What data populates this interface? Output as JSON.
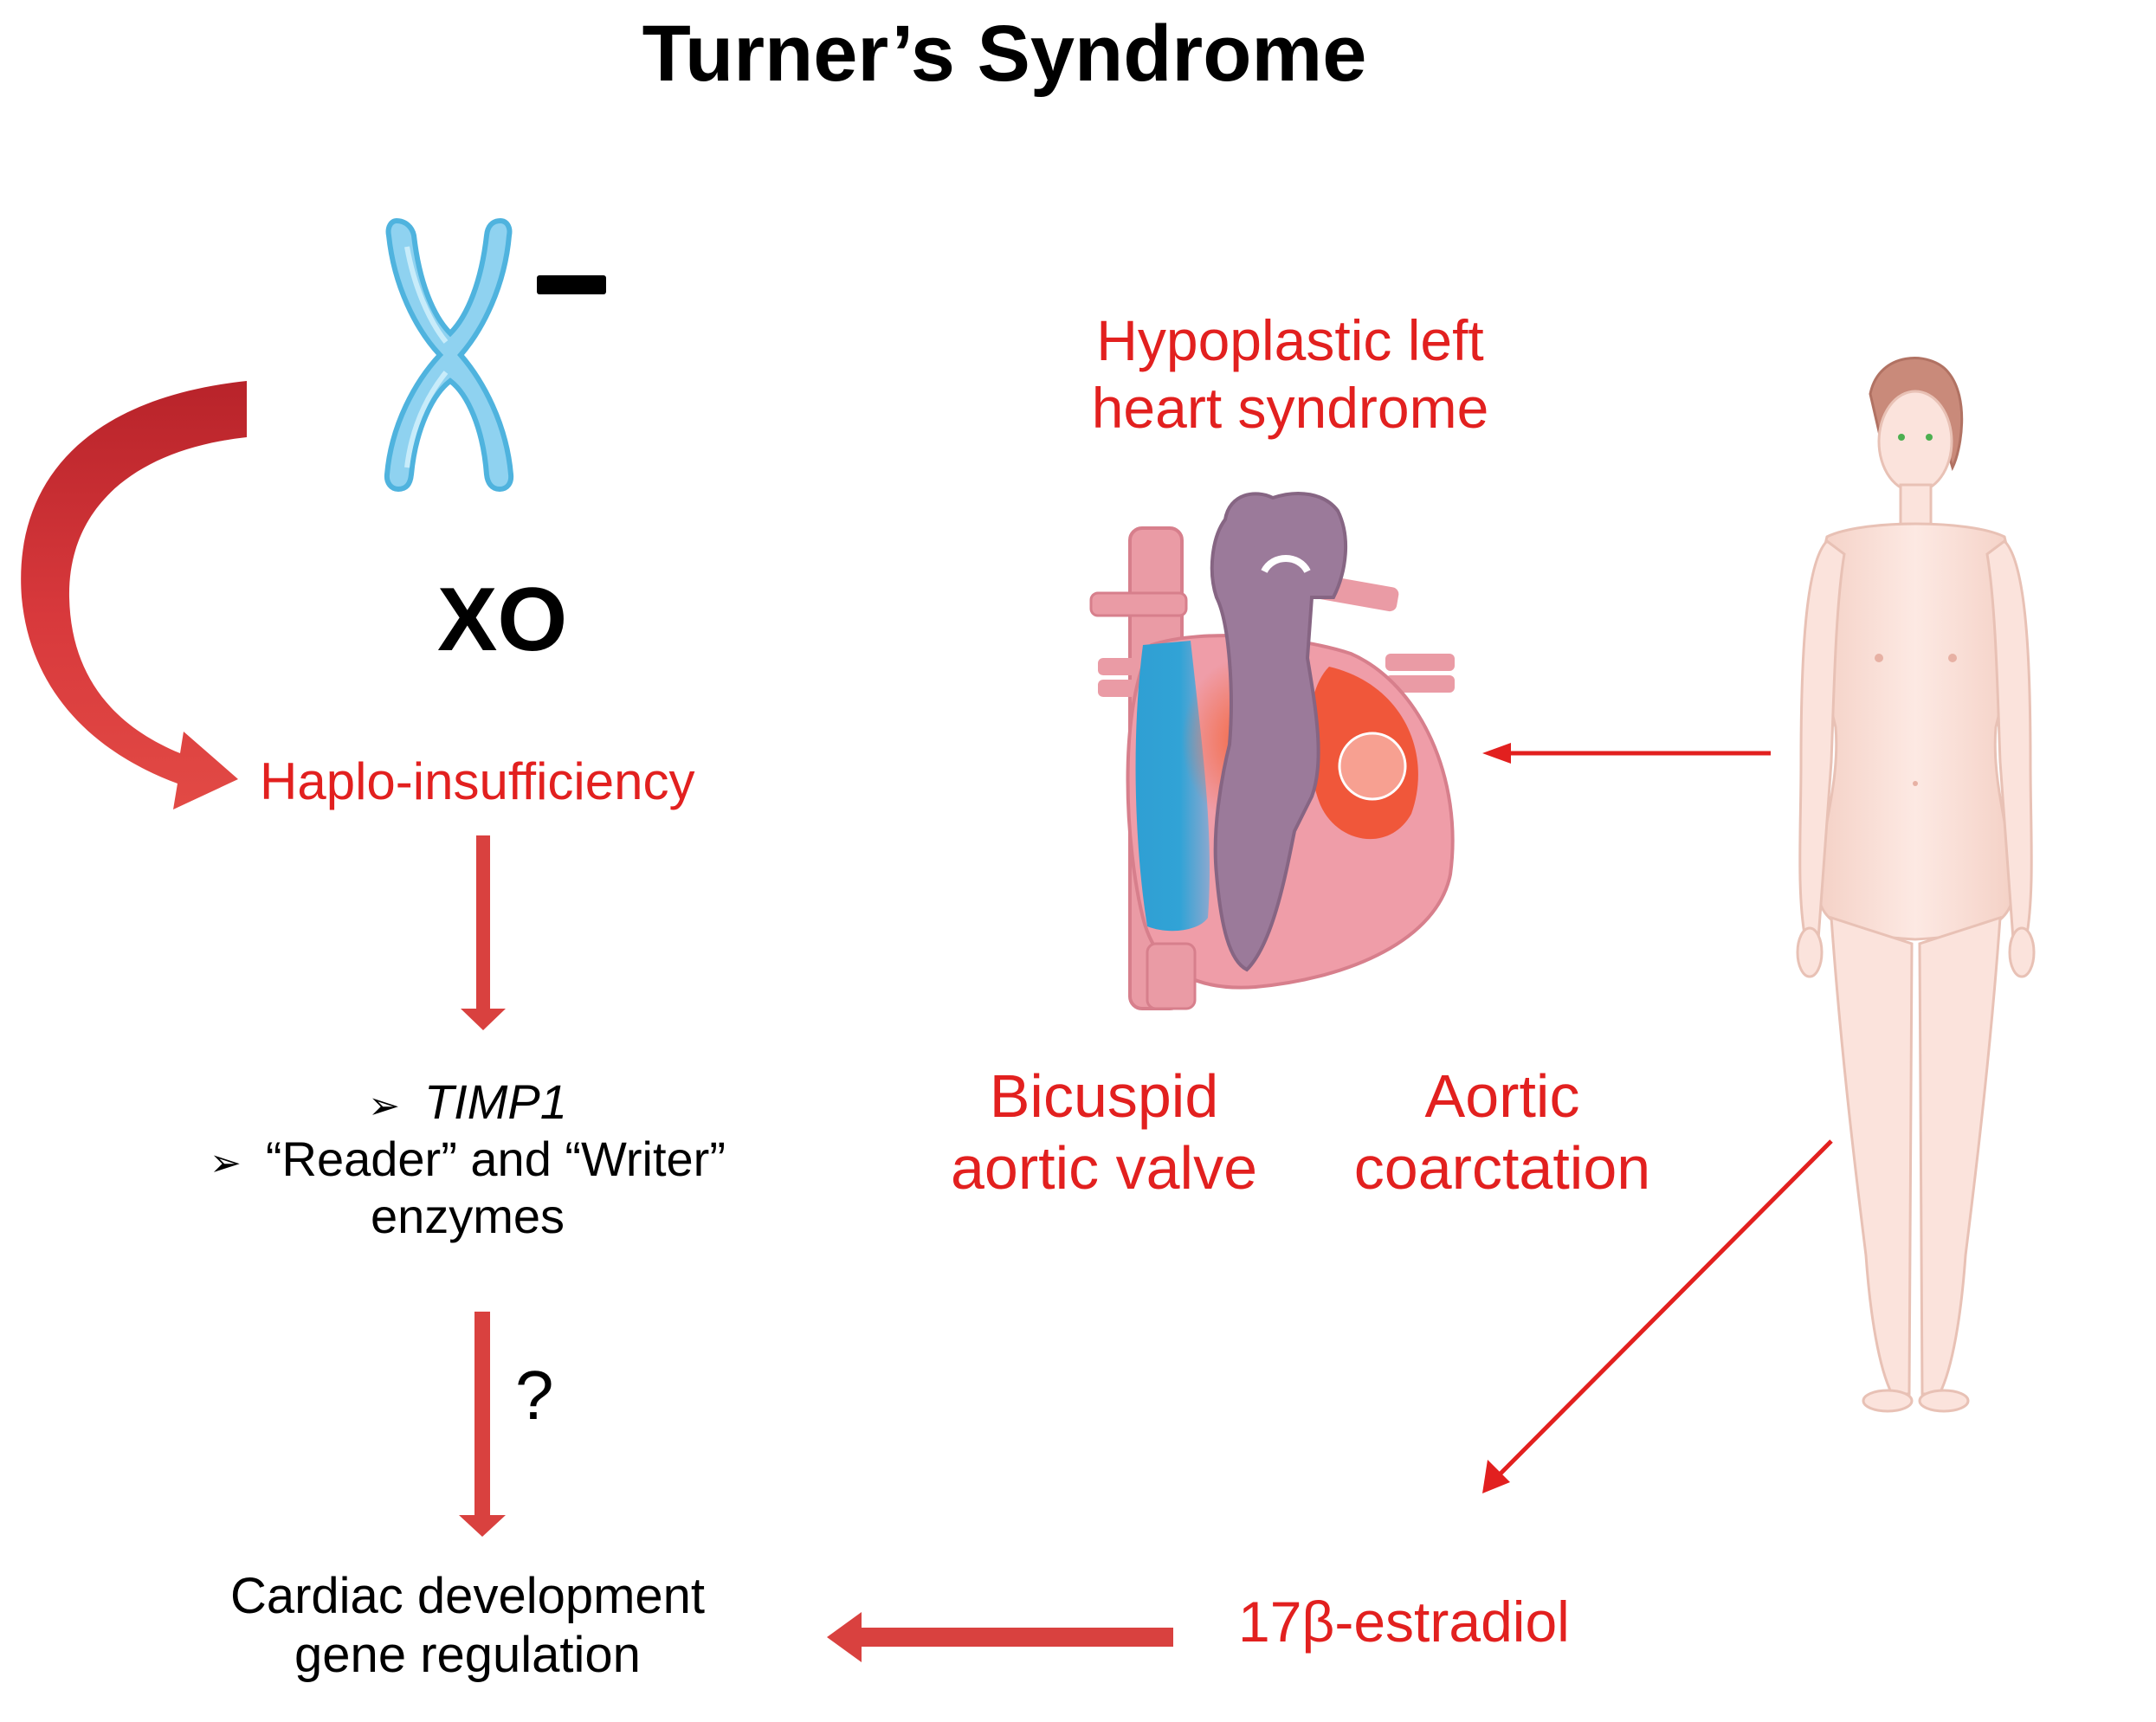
{
  "title": "Turner’s Syndrome",
  "karyotype": {
    "minus_sign": "–",
    "label": "XO"
  },
  "left_column": {
    "haplo": "Haplo-insufficiency",
    "bullet_marker": "➢",
    "bullet_1": "TIMP1",
    "bullet_2_line1": "“Reader” and “Writer”",
    "bullet_2_line2": "enzymes",
    "question": "?",
    "outcome_line1": "Cardiac development",
    "outcome_line2": "gene regulation"
  },
  "heart": {
    "hlhs_line1": "Hypoplastic left",
    "hlhs_line2": "heart syndrome",
    "bav_line1": "Bicuspid",
    "bav_line2": "aortic valve",
    "coarc_line1": "Aortic",
    "coarc_line2": "coarctation"
  },
  "hormone": "17β-estradiol",
  "colors": {
    "accent_red": "#e2201f",
    "arrow_red": "#d9413f",
    "chromosome_blue": "#7ec9ea",
    "heart_pink": "#ea9ba5",
    "heart_purple": "#9b7a9a",
    "heart_blue": "#31a3d6",
    "heart_red": "#f05a3a",
    "skin": "#fbe3dc"
  },
  "icons": [
    "x-chromosome-icon",
    "heart-icon",
    "female-figure-icon",
    "curved-arrow-icon"
  ]
}
